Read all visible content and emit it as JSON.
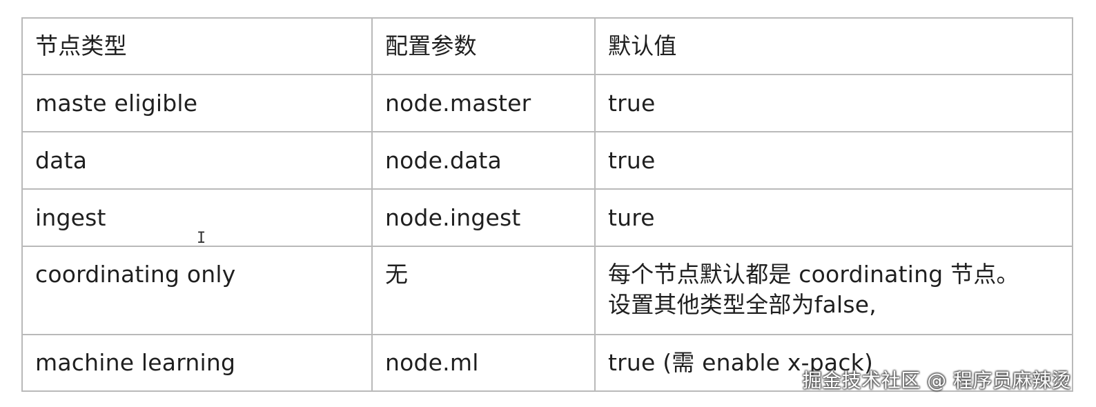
{
  "table": {
    "headers": [
      "节点类型",
      "配置参数",
      "默认值"
    ],
    "rows": [
      {
        "type": "maste eligible",
        "param": "node.master",
        "default": [
          "true"
        ]
      },
      {
        "type": "data",
        "param": "node.data",
        "default": [
          "true"
        ]
      },
      {
        "type": "ingest",
        "param": "node.ingest",
        "default": [
          "ture"
        ]
      },
      {
        "type": "coordinating only",
        "param": "无",
        "default": [
          "每个节点默认都是 coordinating 节点。",
          "设置其他类型全部为false,"
        ]
      },
      {
        "type": "machine learning",
        "param": "node.ml",
        "default": [
          "true (需 enable x-pack)"
        ]
      }
    ]
  },
  "cursor_glyph": "I",
  "watermark": "掘金技术社区 @ 程序员麻辣烫"
}
